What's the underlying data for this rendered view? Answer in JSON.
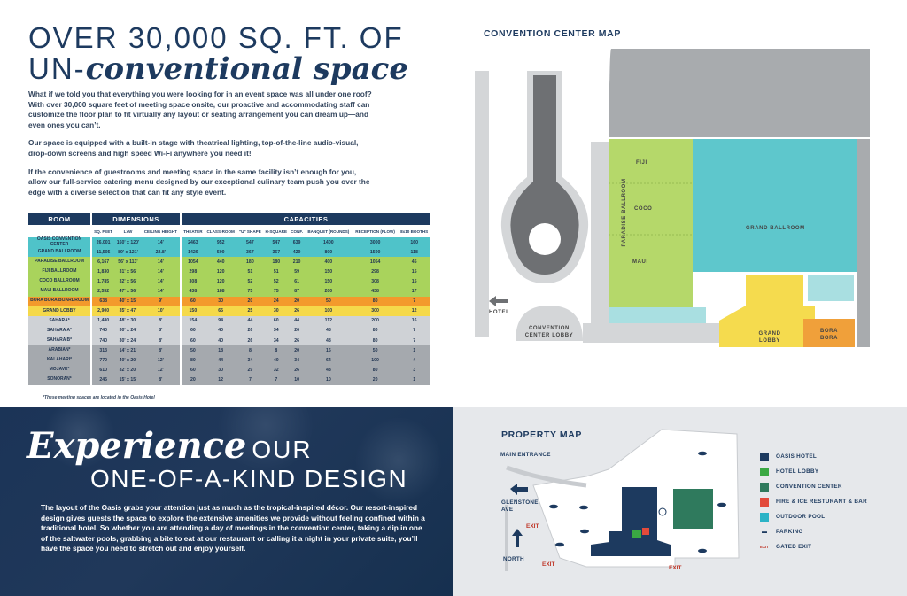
{
  "headline": {
    "line1": "OVER 30,000 SQ. FT. OF",
    "line2_prefix": "UN-",
    "line2_script": "conventional space"
  },
  "intro": {
    "p1": "What if we told you that everything you were looking for in an event space was all under one roof? With over 30,000 square feet of meeting space onsite, our proactive and accommodating staff can customize the floor plan to fit virtually any layout or seating arrangement you can dream up—and even ones you can’t.",
    "p2": "Our space is equipped with a built-in stage with theatrical lighting, top-of-the-line audio-visual, drop-down screens and high speed Wi-Fi anywhere you need it!",
    "p3": "If the convenience of guestrooms and meeting space in the same facility isn’t enough for you, allow our full-service catering menu designed by our exceptional culinary team push you over the edge with a diverse selection that can fit any style event."
  },
  "table": {
    "group_headers": [
      "ROOM",
      "DIMENSIONS",
      "CAPACITIES"
    ],
    "columns": [
      "SQ. FEET",
      "LxW",
      "CEILING HEIGHT",
      "THEATER",
      "CLASS-ROOM",
      "\"U\" SHAPE",
      "H-SQUARE",
      "CONF.",
      "BANQUET (ROUNDS)",
      "RECEPTION (FLOW)",
      "8x10 BOOTHS"
    ],
    "rows": [
      {
        "room": "OASIS CONVENTION CENTER",
        "style": "teal",
        "cells": [
          "26,001",
          "160' x 120'",
          "14'",
          "2463",
          "952",
          "547",
          "547",
          "639",
          "1400",
          "3000",
          "160"
        ]
      },
      {
        "room": "GRAND BALLROOM",
        "style": "teal",
        "cells": [
          "11,505",
          "89' x 121'",
          "22.8'",
          "1429",
          "500",
          "367",
          "367",
          "429",
          "800",
          "1500",
          "118"
        ]
      },
      {
        "room": "PARADISE BALLROOM",
        "style": "green",
        "cells": [
          "6,167",
          "56' x 113'",
          "14'",
          "1054",
          "440",
          "180",
          "180",
          "210",
          "400",
          "1054",
          "45"
        ]
      },
      {
        "room": "FIJI BALLROOM",
        "style": "green",
        "cells": [
          "1,830",
          "31' x 56'",
          "14'",
          "298",
          "120",
          "51",
          "51",
          "59",
          "150",
          "298",
          "15"
        ]
      },
      {
        "room": "COCO BALLROOM",
        "style": "green",
        "cells": [
          "1,785",
          "32' x 56'",
          "14'",
          "308",
          "120",
          "52",
          "52",
          "61",
          "150",
          "308",
          "15"
        ]
      },
      {
        "room": "MAUI BALLROOM",
        "style": "green",
        "cells": [
          "2,552",
          "47' x 56'",
          "14'",
          "438",
          "188",
          "75",
          "75",
          "87",
          "200",
          "438",
          "17"
        ]
      },
      {
        "room": "BORA BORA BOARDROOM",
        "style": "orange",
        "cells": [
          "638",
          "40' x 15'",
          "9'",
          "60",
          "30",
          "20",
          "24",
          "20",
          "50",
          "80",
          "7"
        ]
      },
      {
        "room": "GRAND LOBBY",
        "style": "yellow",
        "cells": [
          "2,900",
          "35' x 47'",
          "10'",
          "150",
          "65",
          "25",
          "30",
          "26",
          "100",
          "300",
          "12"
        ]
      },
      {
        "room": "SAHARA*",
        "style": "lgray",
        "cells": [
          "1,480",
          "48' x 30'",
          "8'",
          "154",
          "94",
          "44",
          "60",
          "44",
          "112",
          "200",
          "16"
        ]
      },
      {
        "room": "SAHARA A*",
        "style": "lgray",
        "cells": [
          "740",
          "30' x 24'",
          "8'",
          "60",
          "40",
          "26",
          "34",
          "26",
          "48",
          "80",
          "7"
        ]
      },
      {
        "room": "SAHARA B*",
        "style": "lgray",
        "cells": [
          "740",
          "30' x 24'",
          "8'",
          "60",
          "40",
          "26",
          "34",
          "26",
          "48",
          "80",
          "7"
        ]
      },
      {
        "room": "ARABIAN*",
        "style": "dgray",
        "cells": [
          "313",
          "14' x 21'",
          "8'",
          "50",
          "18",
          "8",
          "8",
          "20",
          "16",
          "50",
          "1"
        ]
      },
      {
        "room": "KALAHARI*",
        "style": "dgray",
        "cells": [
          "770",
          "40' x 20'",
          "12'",
          "80",
          "44",
          "34",
          "40",
          "34",
          "64",
          "100",
          "4"
        ]
      },
      {
        "room": "MOJAVE*",
        "style": "dgray",
        "cells": [
          "610",
          "32' x 20'",
          "12'",
          "60",
          "30",
          "29",
          "32",
          "26",
          "48",
          "80",
          "3"
        ]
      },
      {
        "room": "SONORAN*",
        "style": "dgray",
        "cells": [
          "245",
          "15' x 15'",
          "8'",
          "20",
          "12",
          "7",
          "7",
          "10",
          "10",
          "20",
          "1"
        ]
      }
    ],
    "footnote": "*These meeting spaces are located in the Oasis Hotel"
  },
  "convention_map": {
    "title": "CONVENTION CENTER MAP",
    "labels": {
      "fiji": "FIJI",
      "coco": "COCO",
      "maui": "MAUI",
      "paradise": "PARADISE BALLROOM",
      "grand_ballroom": "GRAND BALLROOM",
      "grand_lobby": "GRAND LOBBY",
      "bora_bora": "BORA BORA",
      "hotel": "HOTEL",
      "convention_lobby": "CONVENTION CENTER LOBBY"
    },
    "colors": {
      "green": "#b5d86a",
      "teal": "#5ec7cc",
      "yellow": "#f5db4e",
      "orange": "#f0a03a",
      "gray": "#a8abae",
      "light_gray": "#d4d6d8",
      "dark_gray": "#6e7073"
    }
  },
  "experience": {
    "script": "Experience",
    "our": "OUR",
    "line2": "ONE-OF-A-KIND DESIGN",
    "body": "The layout of the Oasis grabs your attention just as much as the tropical-inspired décor. Our resort-inspired design gives guests the space to explore the extensive amenities we provide without feeling confined within a traditional hotel. So whether you are attending a day of meetings in the convention center, taking a dip in one of the saltwater pools, grabbing a bite to eat at our restaurant or calling it a night in your private suite, you’ll have the space you need to stretch out and enjoy yourself."
  },
  "property_map": {
    "title": "PROPERTY MAP",
    "labels": {
      "main_entrance": "MAIN ENTRANCE",
      "glenstone": "GLENSTONE AVE",
      "north": "NORTH",
      "exit": "EXIT"
    },
    "legend": [
      {
        "label": "OASIS HOTEL",
        "color": "#1d3a5f",
        "icon": "square"
      },
      {
        "label": "HOTEL LOBBY",
        "color": "#3aa843",
        "icon": "square"
      },
      {
        "label": "CONVENTION CENTER",
        "color": "#2f7a5d",
        "icon": "square"
      },
      {
        "label": "FIRE & ICE RESTURANT & BAR",
        "color": "#e24b3b",
        "icon": "square"
      },
      {
        "label": "OUTDOOR POOL",
        "color": "#2bb3c6",
        "icon": "square"
      },
      {
        "label": "PARKING",
        "color": "#1d3a5f",
        "icon": "car"
      },
      {
        "label": "GATED EXIT",
        "color": "#c0392b",
        "icon": "exit"
      }
    ],
    "legend_exit_glyph": "EXIT"
  }
}
